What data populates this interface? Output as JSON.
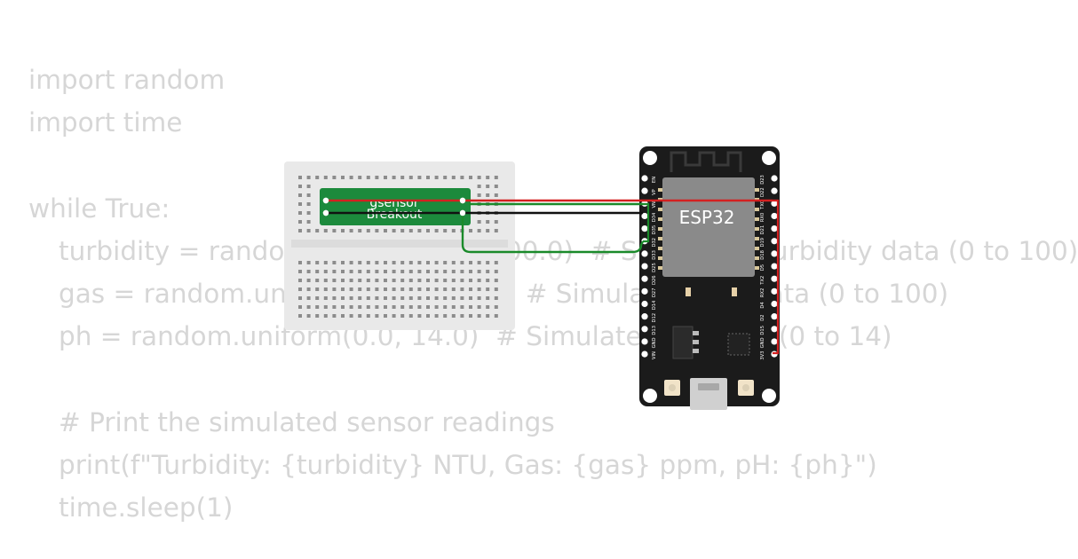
{
  "code_lines": [
    {
      "text": "import random",
      "indent": 0
    },
    {
      "text": "import time",
      "indent": 0
    },
    {
      "text": "",
      "indent": 0
    },
    {
      "text": "while True:",
      "indent": 0
    },
    {
      "text": "turbidity = random.uniform(0.0, 100.0)  # Simulated turbidity data (0 to 100)",
      "indent": 1
    },
    {
      "text": "gas = random.uniform(0.0, 100.0)  # Simulated gas data (0 to 100)",
      "indent": 1
    },
    {
      "text": "ph = random.uniform(0.0, 14.0)  # Simulated pH data (0 to 14)",
      "indent": 1
    },
    {
      "text": "",
      "indent": 0
    },
    {
      "text": "# Print the simulated sensor readings",
      "indent": 1
    },
    {
      "text": "print(f\"Turbidity: {turbidity} NTU, Gas: {gas} ppm, pH: {ph}\")",
      "indent": 1
    },
    {
      "text": "time.sleep(1)",
      "indent": 1
    }
  ],
  "sensor": {
    "label_line1": "gsensor",
    "label_line2": "Breakout"
  },
  "esp32": {
    "chip_label": "ESP32",
    "pins_left": [
      "EN",
      "VP",
      "VN",
      "D34",
      "D35",
      "D32",
      "D33",
      "D25",
      "D26",
      "D27",
      "D14",
      "D12",
      "D13",
      "GND",
      "VIN"
    ],
    "pins_right": [
      "D23",
      "D22",
      "TX0",
      "RX0",
      "D21",
      "D19",
      "D18",
      "D5",
      "TX2",
      "RX2",
      "D4",
      "D2",
      "D15",
      "GND",
      "3V3"
    ]
  },
  "colors": {
    "code_text": "#d6d6d6",
    "breadboard": "#e9e9e9",
    "sensor_board": "#1c8a3c",
    "esp_board": "#1b1b1b",
    "chip": "#8a8a8a",
    "wire_power": "#d42020",
    "wire_ground": "#111111",
    "wire_signal": "#1a8a2a"
  }
}
